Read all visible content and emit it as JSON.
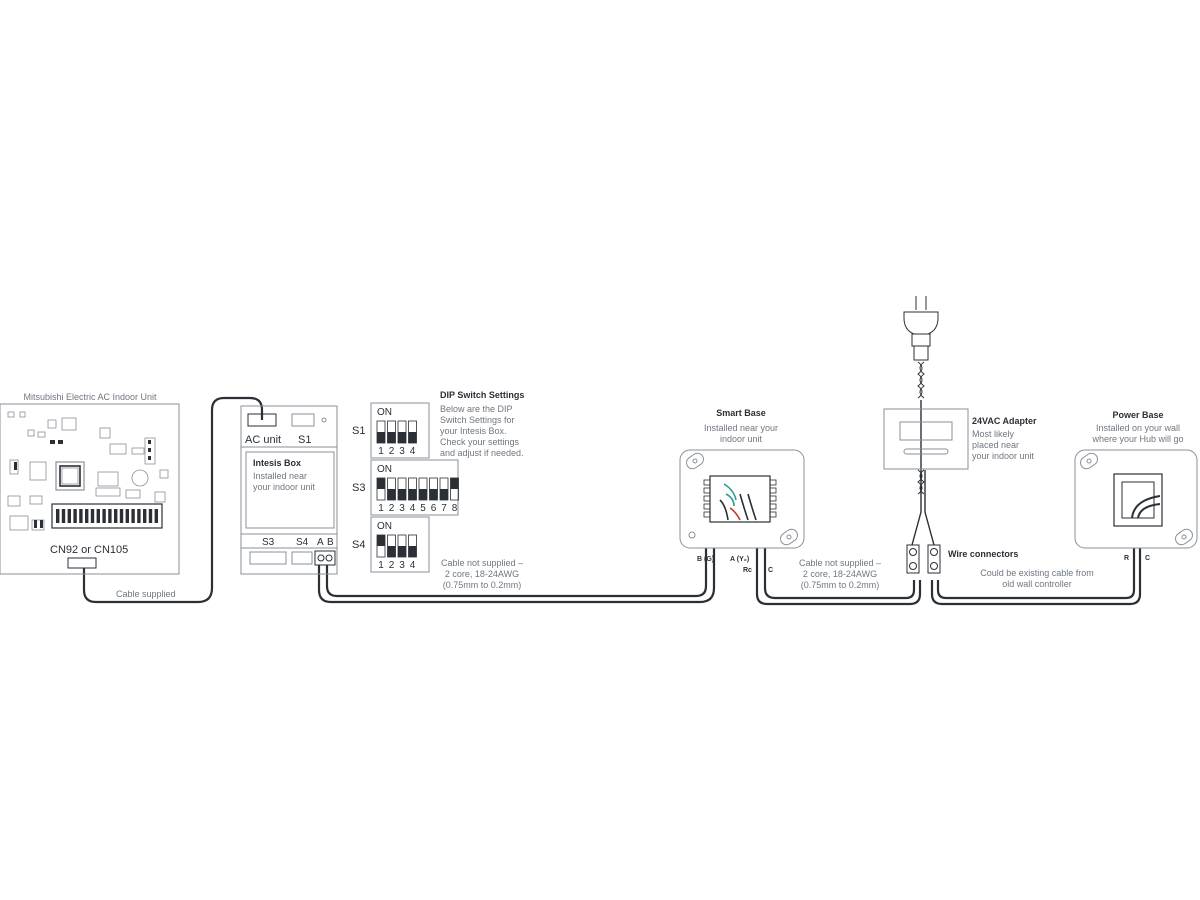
{
  "ac_unit": {
    "title": "Mitsubishi Electric AC Indoor Unit",
    "connector_label": "CN92 or CN105"
  },
  "cable_supplied": "Cable supplied",
  "intesis_box": {
    "port_ac_unit": "AC unit",
    "port_s1": "S1",
    "title": "Intesis Box",
    "desc_line1": "Installed near",
    "desc_line2": "your indoor unit",
    "port_s3": "S3",
    "port_s4": "S4",
    "port_a": "A",
    "port_b": "B"
  },
  "dip": {
    "title": "DIP Switch Settings",
    "desc": [
      "Below are the DIP",
      "Switch Settings for",
      "your Intesis Box.",
      "Check your settings",
      "and adjust if needed."
    ],
    "on_label": "ON",
    "banks": [
      {
        "name": "S1",
        "switches": [
          0,
          0,
          0,
          0
        ]
      },
      {
        "name": "S3",
        "switches": [
          1,
          0,
          0,
          0,
          0,
          0,
          0,
          1
        ]
      },
      {
        "name": "S4",
        "switches": [
          1,
          0,
          0,
          0
        ]
      }
    ]
  },
  "cable_not_supplied_1": [
    "Cable not supplied –",
    "2 core, 18-24AWG",
    "(0.75mm to 0.2mm)"
  ],
  "smart_base": {
    "title": "Smart Base",
    "desc_line1": "Installed near your",
    "desc_line2": "indoor unit",
    "term_b": "B (G)",
    "term_a": "A (Y₂)",
    "term_rc": "Rc",
    "term_c": "C"
  },
  "cable_not_supplied_2": [
    "Cable not supplied –",
    "2 core, 18-24AWG",
    "(0.75mm to 0.2mm)"
  ],
  "adapter": {
    "title": "24VAC Adapter",
    "desc": [
      "Most likely",
      "placed near",
      "your indoor unit"
    ]
  },
  "wire_connectors": "Wire connectors",
  "existing_cable": [
    "Could be existing cable from",
    "old wall controller"
  ],
  "power_base": {
    "title": "Power Base",
    "desc_line1": "Installed on your wall",
    "desc_line2": "where your Hub will go",
    "term_r": "R",
    "term_c": "C"
  },
  "colors": {
    "line": "#2b2f36",
    "grey_line": "#8a9098",
    "grey_text": "#6f7780"
  }
}
